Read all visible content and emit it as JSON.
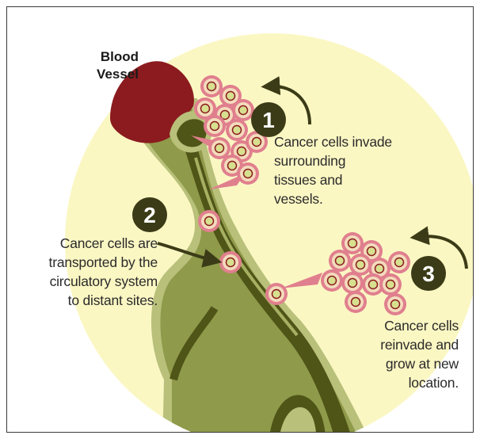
{
  "diagram": {
    "vessel_label": "Blood\nVessel",
    "steps": [
      {
        "number": "1",
        "text": "Cancer cells invade\nsurrounding\ntissues and\nvessels."
      },
      {
        "number": "2",
        "text": "Cancer cells are\ntransported by the\ncirculatory system\nto distant sites."
      },
      {
        "number": "3",
        "text": "Cancer cells\nreinvade and\ngrow at new\nlocation."
      }
    ]
  },
  "colors": {
    "background_disc": "#fbf7c3",
    "vessel_olive": "#8f9a4a",
    "vessel_dark": "#4f5417",
    "vessel_light": "#b8c07a",
    "vessel_red": "#8b1b1f",
    "cell_outer": "#e07f8e",
    "cell_body": "#f3dcbc",
    "cell_nucleus": "#d7e08f",
    "step_badge": "#3b3b17",
    "arrow": "#3b3b17"
  }
}
